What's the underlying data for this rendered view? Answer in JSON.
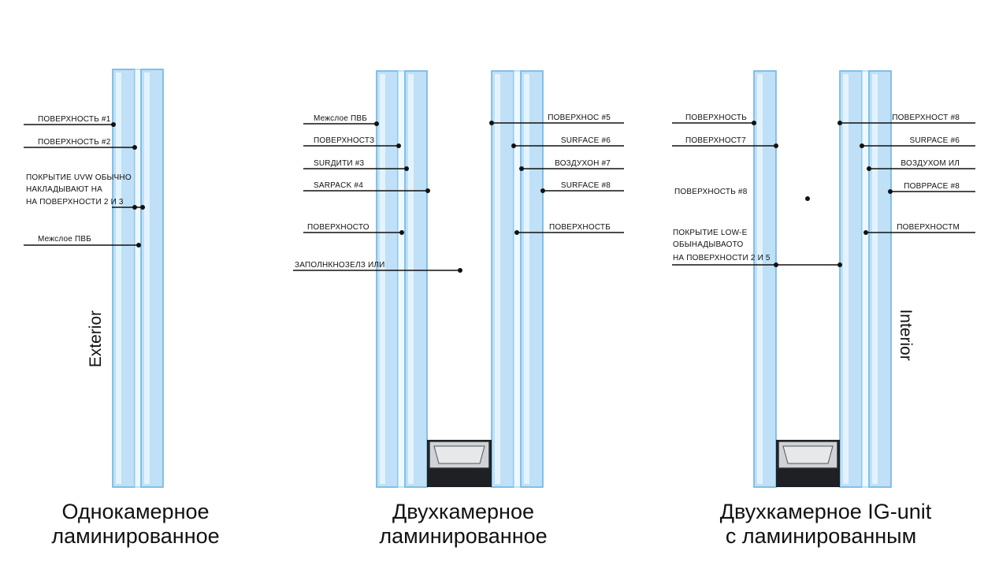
{
  "side_labels": {
    "exterior": "Exterior",
    "interior": "Interior"
  },
  "captions": {
    "single": [
      "Однокамерное",
      "ламинированное"
    ],
    "double": [
      "Двухкамерное",
      "ламинированное"
    ],
    "igunit": [
      "Двухкамерное IG-unit",
      "с ламинированным"
    ]
  },
  "labels": {
    "d1": {
      "surface1": "ПОВЕРХНОСТЬ #1",
      "surface2": "ПОВЕРХНОСТЬ #2",
      "coating": [
        "ПОКРЫТИЕ UVW ОБЫЧНО",
        "НАКЛАДЫВАЮТ НА",
        "НА ПОВЕРХНОСТИ 2 И 3"
      ],
      "interlayer": "Межслое ПВБ"
    },
    "d2": {
      "l1": "Межслое ПВБ",
      "l2": "ПОВЕРХНОСТЗ",
      "l3": "SURДИТИ #3",
      "l4": "SARPACK #4",
      "l5": "ПОВЕРХНОСТО",
      "l6": "ЗАПОЛНКНОЗЕЛЗ ИЛИ",
      "r1": "ПОВЕРХНОС #5",
      "r2": "SURFACE #6",
      "r3": "ВОЗДУХОН #7",
      "r4": "SURFACE #8",
      "r5": "ПОВЕРХНОСТБ"
    },
    "d3": {
      "l1": "ПОВЕРХНОСТЬ",
      "l2": "ПОВЕРХНОСТ7",
      "l3": "ПОВЕРХНОСТЬ #8",
      "coating": [
        "ПОКРЫТИЕ LOW-E",
        "ОБЫНАДЫВАОТО",
        "НА ПОВЕРХНОСТИ 2 И 5"
      ],
      "r1": "ПОВЕРХНОСТ #8",
      "r2": "SURPACE #6",
      "r3": "ВОЗДУХОМ ИЛ",
      "r4": "ПОВРРАСЕ #8",
      "r5": "ПОВЕРХНОСТМ"
    }
  }
}
